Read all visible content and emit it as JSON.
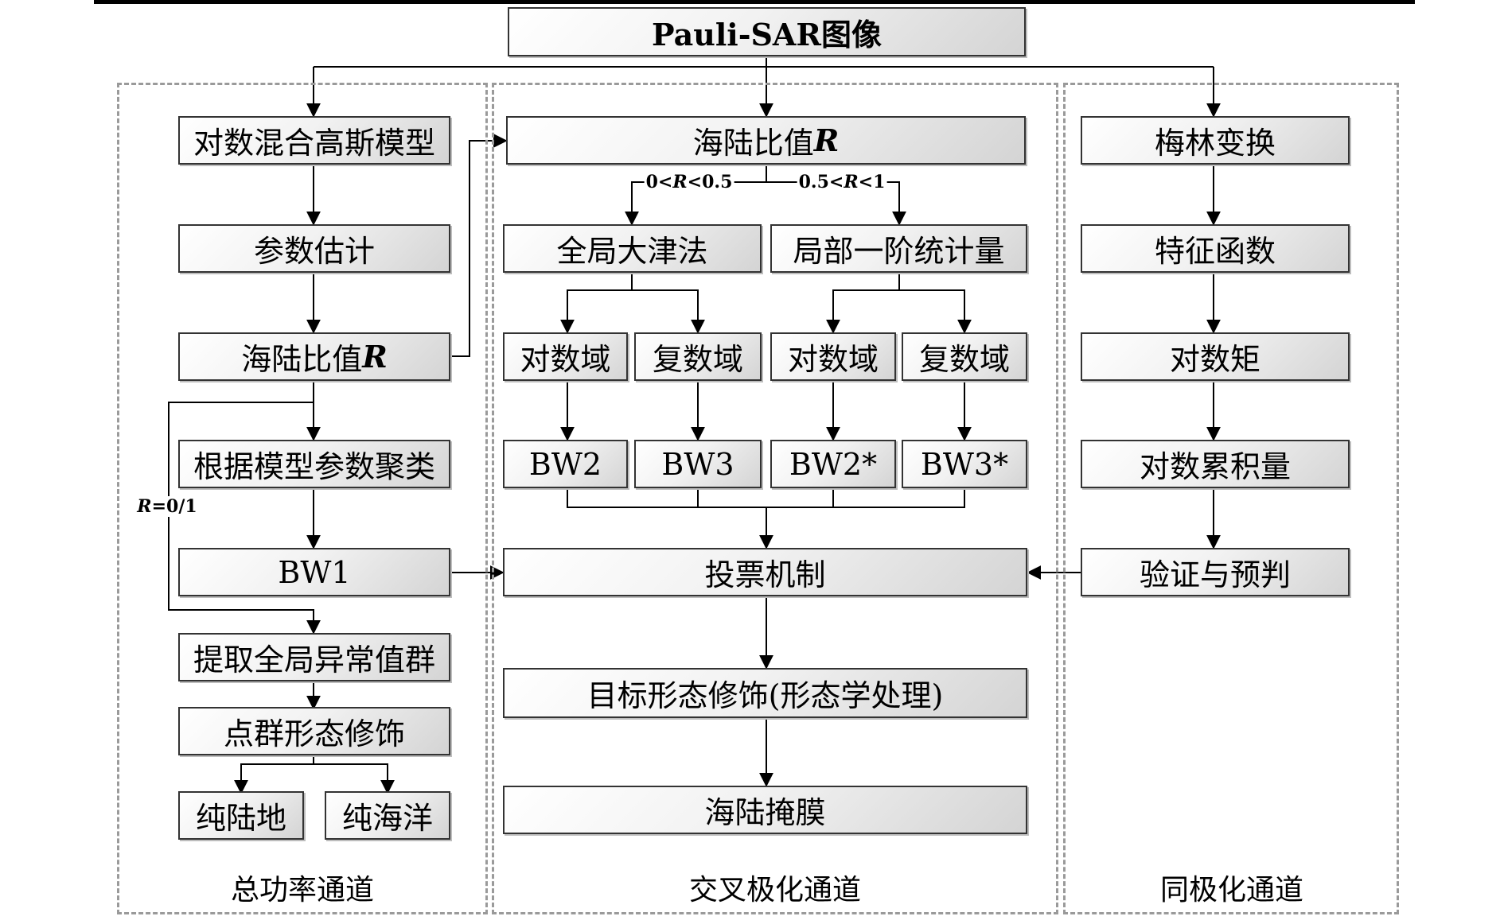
{
  "title": "Pauli-SAR图像",
  "channels": {
    "left": "总功率通道",
    "middle": "交叉极化通道",
    "right": "同极化通道"
  },
  "left_nodes": {
    "log_gmm": "对数混合高斯模型",
    "param_est": "参数估计",
    "sea_land_prefix": "海陆比值",
    "sea_land_var": "R",
    "cluster": "根据模型参数聚类",
    "bw1": "BW1",
    "outliers": "提取全局异常值群",
    "point_morph": "点群形态修饰",
    "pure_land": "纯陆地",
    "pure_sea": "纯海洋"
  },
  "middle_nodes": {
    "sea_land_prefix": "海陆比值",
    "sea_land_var": "R",
    "otsu": "全局大津法",
    "local_stats": "局部一阶统计量",
    "log_domain_1": "对数域",
    "complex_domain_1": "复数域",
    "log_domain_2": "对数域",
    "complex_domain_2": "复数域",
    "bw2": "BW2",
    "bw3": "BW3",
    "bw2s": "BW2*",
    "bw3s": "BW3*",
    "voting": "投票机制",
    "morph": "目标形态修饰(形态学处理)",
    "mask": "海陆掩膜"
  },
  "right_nodes": {
    "mellin": "梅林变换",
    "char_fn": "特征函数",
    "log_moment": "对数矩",
    "log_cumulant": "对数累积量",
    "verify": "验证与预判"
  },
  "conditions": {
    "low_a": "0<",
    "low_r": "R",
    "low_b": "<0.5",
    "high_a": "0.5<",
    "high_r": "R",
    "high_b": "<1",
    "extreme_r": "R",
    "extreme_b": "=0/1"
  },
  "colors": {
    "box_border": "#333333",
    "dashed_group": "#9a9a9a",
    "line": "#000000"
  }
}
